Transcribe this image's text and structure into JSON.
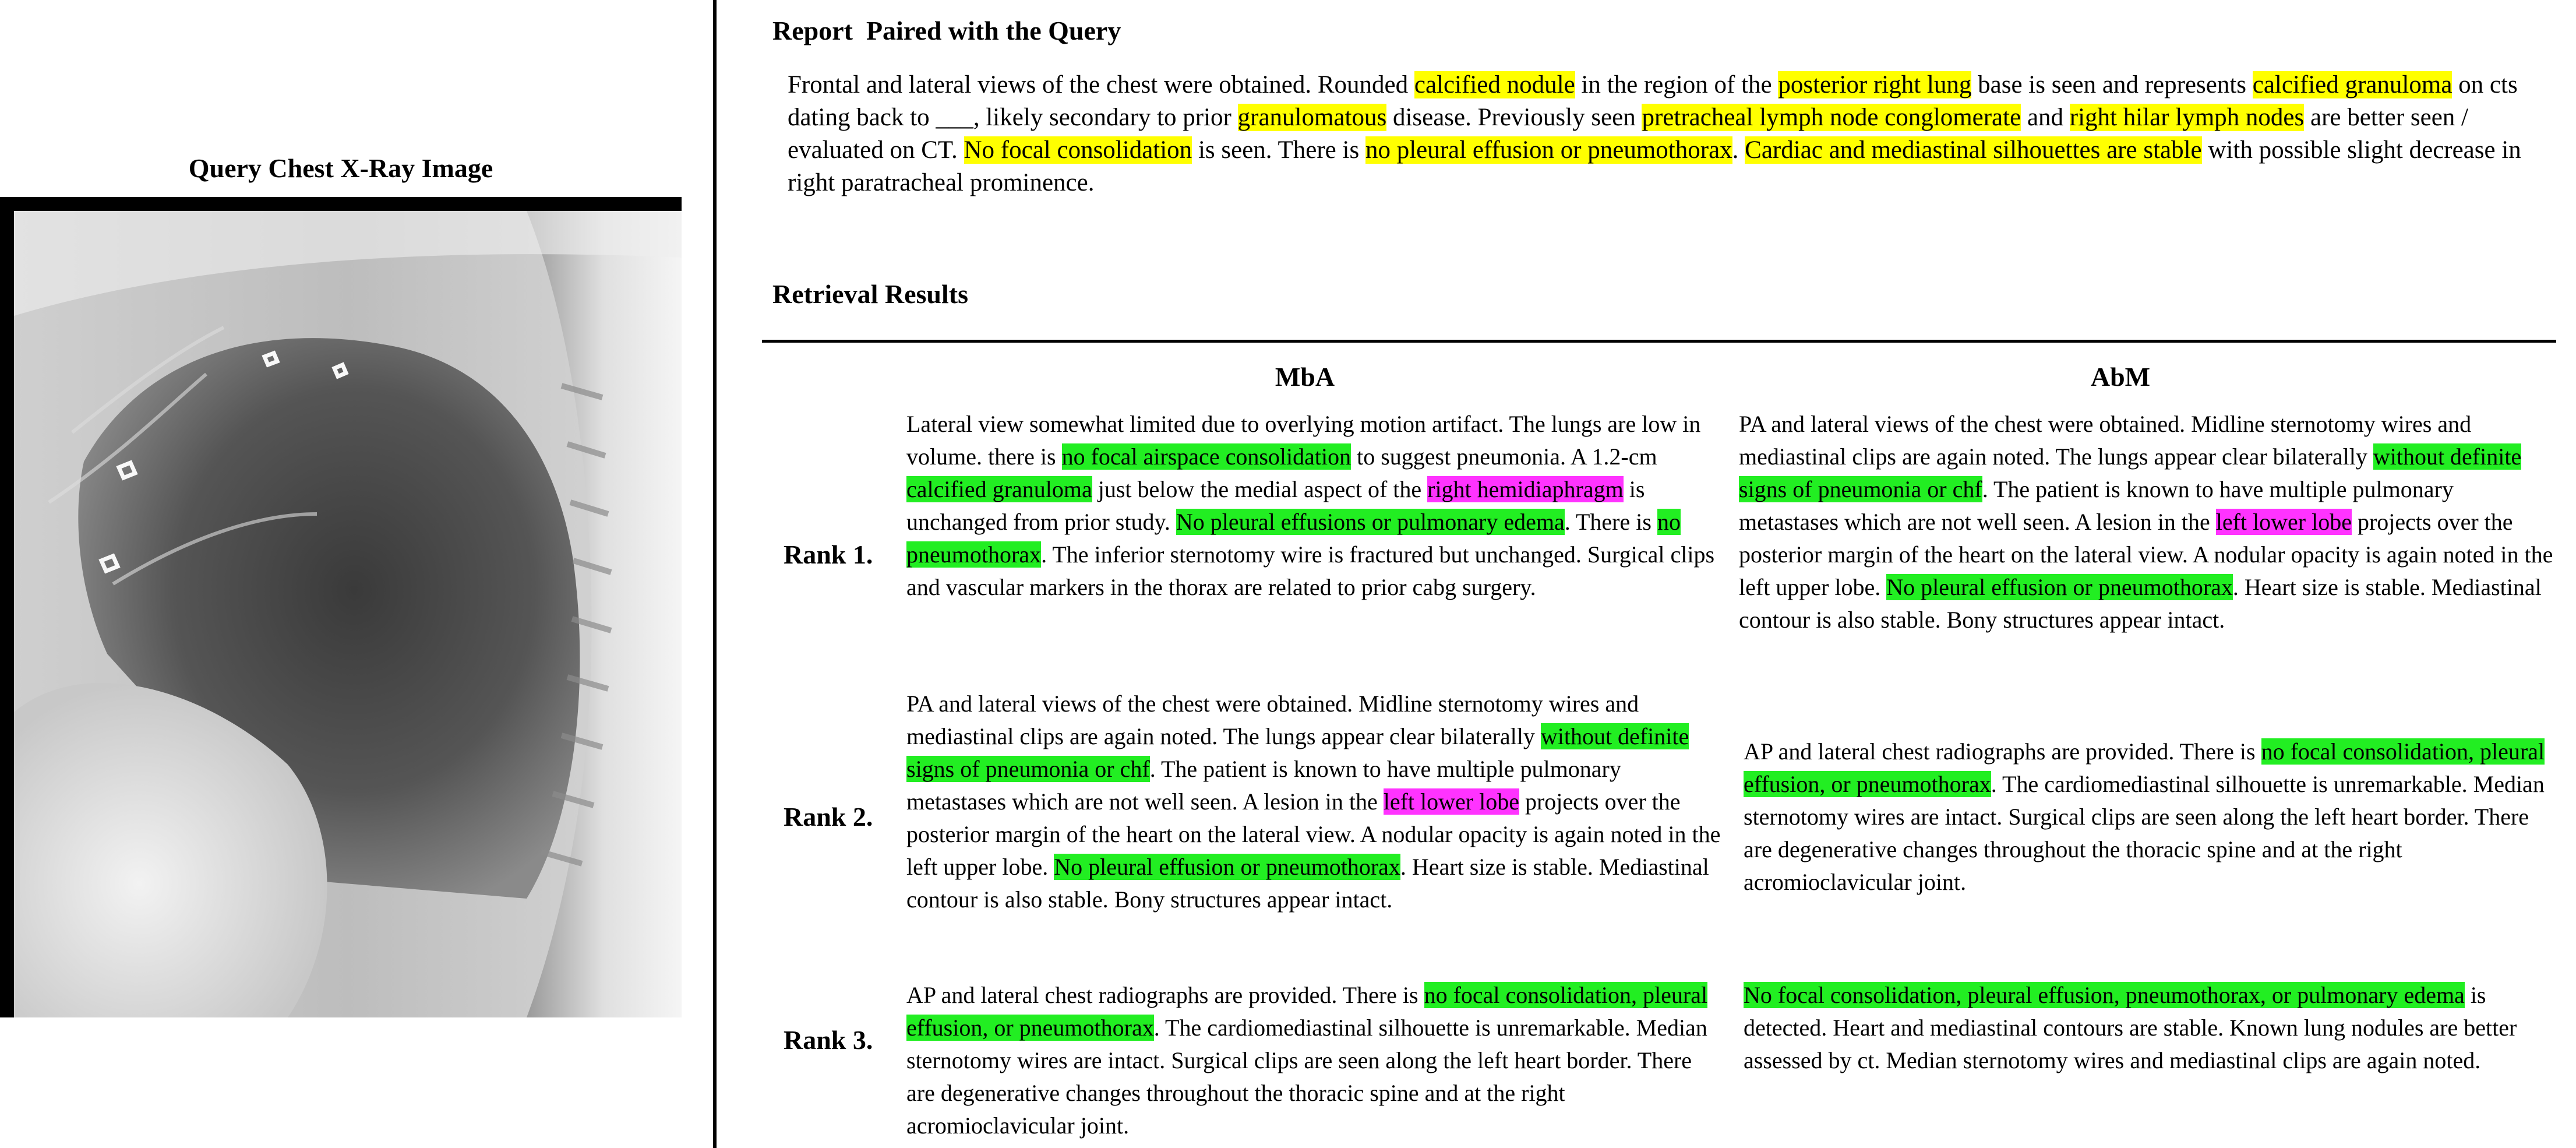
{
  "left_panel": {
    "image_title": "Query Chest X-Ray Image"
  },
  "report": {
    "heading": "Report  Paired with the Query",
    "segments": [
      {
        "t": "Frontal and lateral views of the chest were obtained. Rounded "
      },
      {
        "t": "calcified nodule",
        "h": "yellow"
      },
      {
        "t": " in the region of the "
      },
      {
        "t": "posterior right lung",
        "h": "yellow"
      },
      {
        "t": " base is seen and represents "
      },
      {
        "t": "calcified granuloma",
        "h": "yellow"
      },
      {
        "t": " on cts dating back to ___, likely secondary to prior "
      },
      {
        "t": "granulomatous",
        "h": "yellow"
      },
      {
        "t": " disease. Previously seen "
      },
      {
        "t": "pretracheal lymph node conglomerate",
        "h": "yellow"
      },
      {
        "t": " and "
      },
      {
        "t": "right hilar lymph nodes",
        "h": "yellow"
      },
      {
        "t": " are better seen / evaluated on CT. "
      },
      {
        "t": "No focal consolidation",
        "h": "yellow"
      },
      {
        "t": " is seen. There is "
      },
      {
        "t": "no pleural effusion or pneumothorax",
        "h": "yellow"
      },
      {
        "t": ". "
      },
      {
        "t": "Cardiac and mediastinal silhouettes are stable",
        "h": "yellow"
      },
      {
        "t": " with possible slight decrease in right paratracheal prominence."
      }
    ]
  },
  "retrieval": {
    "heading": "Retrieval Results",
    "columns": [
      "MbA",
      "AbM"
    ],
    "ranks": [
      {
        "label": "Rank 1.",
        "mba": [
          {
            "t": "Lateral view somewhat limited due to overlying motion artifact. The lungs are low in volume. there is "
          },
          {
            "t": "no focal airspace consolidation",
            "h": "green"
          },
          {
            "t": " to suggest pneumonia. A 1.2-cm "
          },
          {
            "t": "calcified granuloma",
            "h": "green"
          },
          {
            "t": " just below the medial aspect of the "
          },
          {
            "t": "right hemidiaphragm",
            "h": "magenta"
          },
          {
            "t": " is unchanged from prior study. "
          },
          {
            "t": "No pleural effusions or pulmonary edema",
            "h": "green"
          },
          {
            "t": ". There is "
          },
          {
            "t": "no pneumothorax",
            "h": "green"
          },
          {
            "t": ". The inferior sternotomy wire is fractured but unchanged. Surgical clips and vascular markers in the thorax are related to prior cabg surgery."
          }
        ],
        "abm": [
          {
            "t": "PA and lateral views of the chest were obtained. Midline sternotomy wires and mediastinal clips are again noted. The lungs appear clear bilaterally "
          },
          {
            "t": "without definite signs of pneumonia or chf",
            "h": "green"
          },
          {
            "t": ". The patient is known to have multiple pulmonary metastases which are not well seen. A lesion in the "
          },
          {
            "t": "left lower lobe",
            "h": "magenta"
          },
          {
            "t": " projects over the posterior margin of the heart on the lateral view. A nodular opacity is again noted in the left upper lobe. "
          },
          {
            "t": "No pleural effusion or pneumothorax",
            "h": "green"
          },
          {
            "t": ". Heart size is stable. Mediastinal contour is also stable. Bony structures appear intact."
          }
        ]
      },
      {
        "label": "Rank 2.",
        "mba": [
          {
            "t": "PA and lateral views of the chest were obtained. Midline sternotomy wires and mediastinal clips are again noted. The lungs appear clear bilaterally "
          },
          {
            "t": "without definite signs of pneumonia or chf",
            "h": "green"
          },
          {
            "t": ". The patient is known to have multiple pulmonary metastases which are not well seen. A lesion in the "
          },
          {
            "t": "left lower lobe",
            "h": "magenta"
          },
          {
            "t": " projects over the posterior margin of the heart on the lateral view. A nodular opacity is again noted in the left upper lobe. "
          },
          {
            "t": "No pleural effusion or pneumothorax",
            "h": "green"
          },
          {
            "t": ". Heart size is stable. Mediastinal contour is also stable. Bony structures appear intact."
          }
        ],
        "abm": [
          {
            "t": "AP and lateral chest radiographs are provided. There is "
          },
          {
            "t": "no focal consolidation, pleural effusion, or pneumothorax",
            "h": "green"
          },
          {
            "t": ". The cardiomediastinal silhouette is unremarkable. Median sternotomy wires are intact. Surgical clips are seen along the left heart border. There are degenerative changes throughout the thoracic spine and at the right acromioclavicular joint."
          }
        ]
      },
      {
        "label": "Rank 3.",
        "mba": [
          {
            "t": "AP and lateral chest radiographs are provided. There is "
          },
          {
            "t": "no focal consolidation, pleural effusion, or pneumothorax",
            "h": "green"
          },
          {
            "t": ". The cardiomediastinal silhouette is unremarkable. Median sternotomy wires are intact. Surgical clips are seen along the left heart border. There are degenerative changes throughout the thoracic spine and at the right acromioclavicular joint."
          }
        ],
        "abm": [
          {
            "t": "No focal consolidation, pleural effusion, pneumothorax, or pulmonary edema",
            "h": "green"
          },
          {
            "t": " is detected. Heart and mediastinal contours are stable. Known lung nodules are better assessed by ct. Median sternotomy wires and mediastinal clips are again noted."
          }
        ]
      }
    ]
  },
  "colors": {
    "yellow": "#ffff00",
    "green": "#22ee22",
    "magenta": "#ff33ff"
  }
}
